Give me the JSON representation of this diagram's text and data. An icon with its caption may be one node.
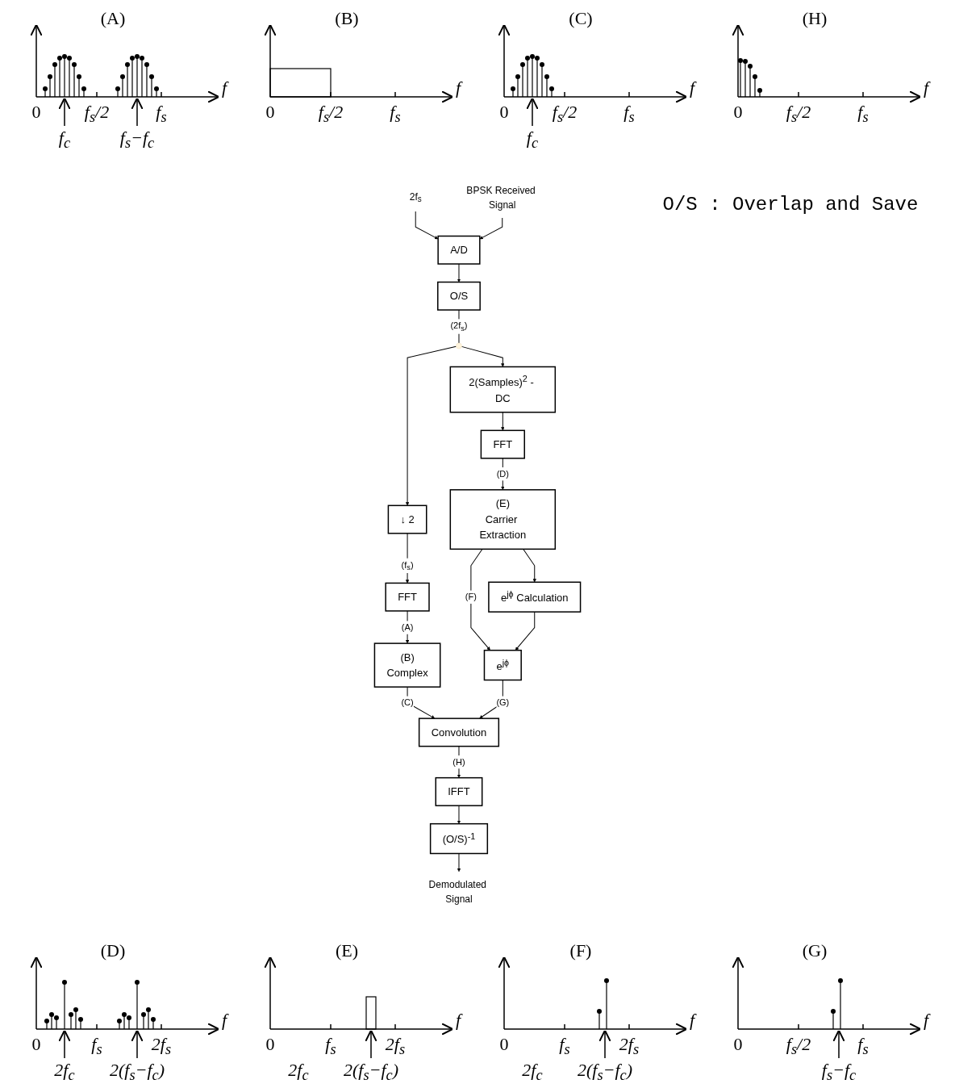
{
  "diagram": {
    "nodes": [
      {
        "text": [
          "BPSK Received Signal"
        ]
      },
      {
        "text": [
          "A/D"
        ]
      },
      {
        "text": [
          "O/S"
        ]
      },
      {
        "text": [
          "↓ 2"
        ]
      },
      {
        "text": [
          "FFT"
        ]
      },
      {
        "text": [
          "(B)",
          "Complex"
        ]
      },
      {
        "text": [
          "Convolution"
        ]
      },
      {
        "text": [
          "IFFT"
        ]
      },
      {
        "text": [
          "(O/S)$^{-1}$"
        ]
      },
      {
        "text": [
          "Demodulated Signal"
        ]
      },
      {
        "text": [],
        "shape": "circle"
      },
      {
        "text": [
          "2(Samples)$^{2}$ - DC"
        ]
      },
      {
        "text": [
          "FFT"
        ]
      },
      {
        "text": [
          "(E)",
          "Carrier Extraction"
        ]
      },
      {
        "text": [
          "e$^{jϕ}$"
        ]
      },
      {
        "text": [
          "e$^{jϕ}$ Calculation"
        ]
      },
      {
        "text": [
          "2f$_{s}$"
        ]
      }
    ],
    "edges": [
      {
        "from": 16,
        "to": 1,
        "arrow": "to"
      },
      {
        "from": 0,
        "to": 1,
        "arrow": "to"
      },
      {
        "from": 1,
        "to": 2,
        "arrow": "to"
      },
      {
        "from": 2,
        "to": 10,
        "arrow": "none",
        "label": "(2f$_{s}$)"
      },
      {
        "from": 10,
        "to": 3,
        "arrow": "to"
      },
      {
        "from": 10,
        "to": 11,
        "arrow": "to"
      },
      {
        "from": 3,
        "to": 4,
        "arrow": "to",
        "label": "(f$_{s}$)"
      },
      {
        "from": 4,
        "to": 5,
        "arrow": "to",
        "label": "(A)"
      },
      {
        "from": 5,
        "to": 6,
        "arrow": "to",
        "label": "(C)"
      },
      {
        "from": 6,
        "to": 7,
        "arrow": "to",
        "label": "(H)"
      },
      {
        "from": 7,
        "to": 8,
        "arrow": "to"
      },
      {
        "from": 8,
        "to": 9,
        "arrow": "to"
      },
      {
        "from": 11,
        "to": 12,
        "arrow": "to"
      },
      {
        "from": 12,
        "to": 13,
        "arrow": "to",
        "label": "(D)"
      },
      {
        "from": 13,
        "to": 14,
        "arrow": "to",
        "label": "(F)"
      },
      {
        "from": 13,
        "to": 15,
        "arrow": "to"
      },
      {
        "from": 15,
        "to": 14,
        "arrow": "to"
      },
      {
        "from": 14,
        "to": 6,
        "arrow": "to",
        "label": "(G)"
      }
    ],
    "labels": [
      "(A)",
      "f",
      "0",
      "f$_{s}$/2",
      "f$_{s}$",
      "f$_{c}$",
      "f$_{s}$−f$_{c}$",
      "(B)",
      "f",
      "0",
      "f$_{s}$/2",
      "f$_{s}$",
      "(C)",
      "f",
      "0",
      "f$_{s}$/2",
      "f$_{s}$",
      "f$_{c}$",
      "(H)",
      "f",
      "0",
      "f$_{s}$/2",
      "f$_{s}$",
      "O/S : Overlap and Save",
      "(D)",
      "f",
      "0",
      "f$_{s}$",
      "2f$_{s}$",
      "2f$_{c}$",
      "2(f$_{s}$−f$_{c}$)",
      "(E)",
      "f",
      "0",
      "f$_{s}$",
      "2f$_{s}$",
      "2f$_{c}$",
      "2(f$_{s}$−f$_{c}$)",
      "(F)",
      "f",
      "0",
      "f$_{s}$",
      "2f$_{s}$",
      "2f$_{c}$",
      "2(f$_{s}$−f$_{c}$)",
      "(G)",
      "f",
      "0",
      "f$_{s}$/2",
      "f$_{s}$",
      "f$_{s}$−f$_{c}$"
    ]
  }
}
